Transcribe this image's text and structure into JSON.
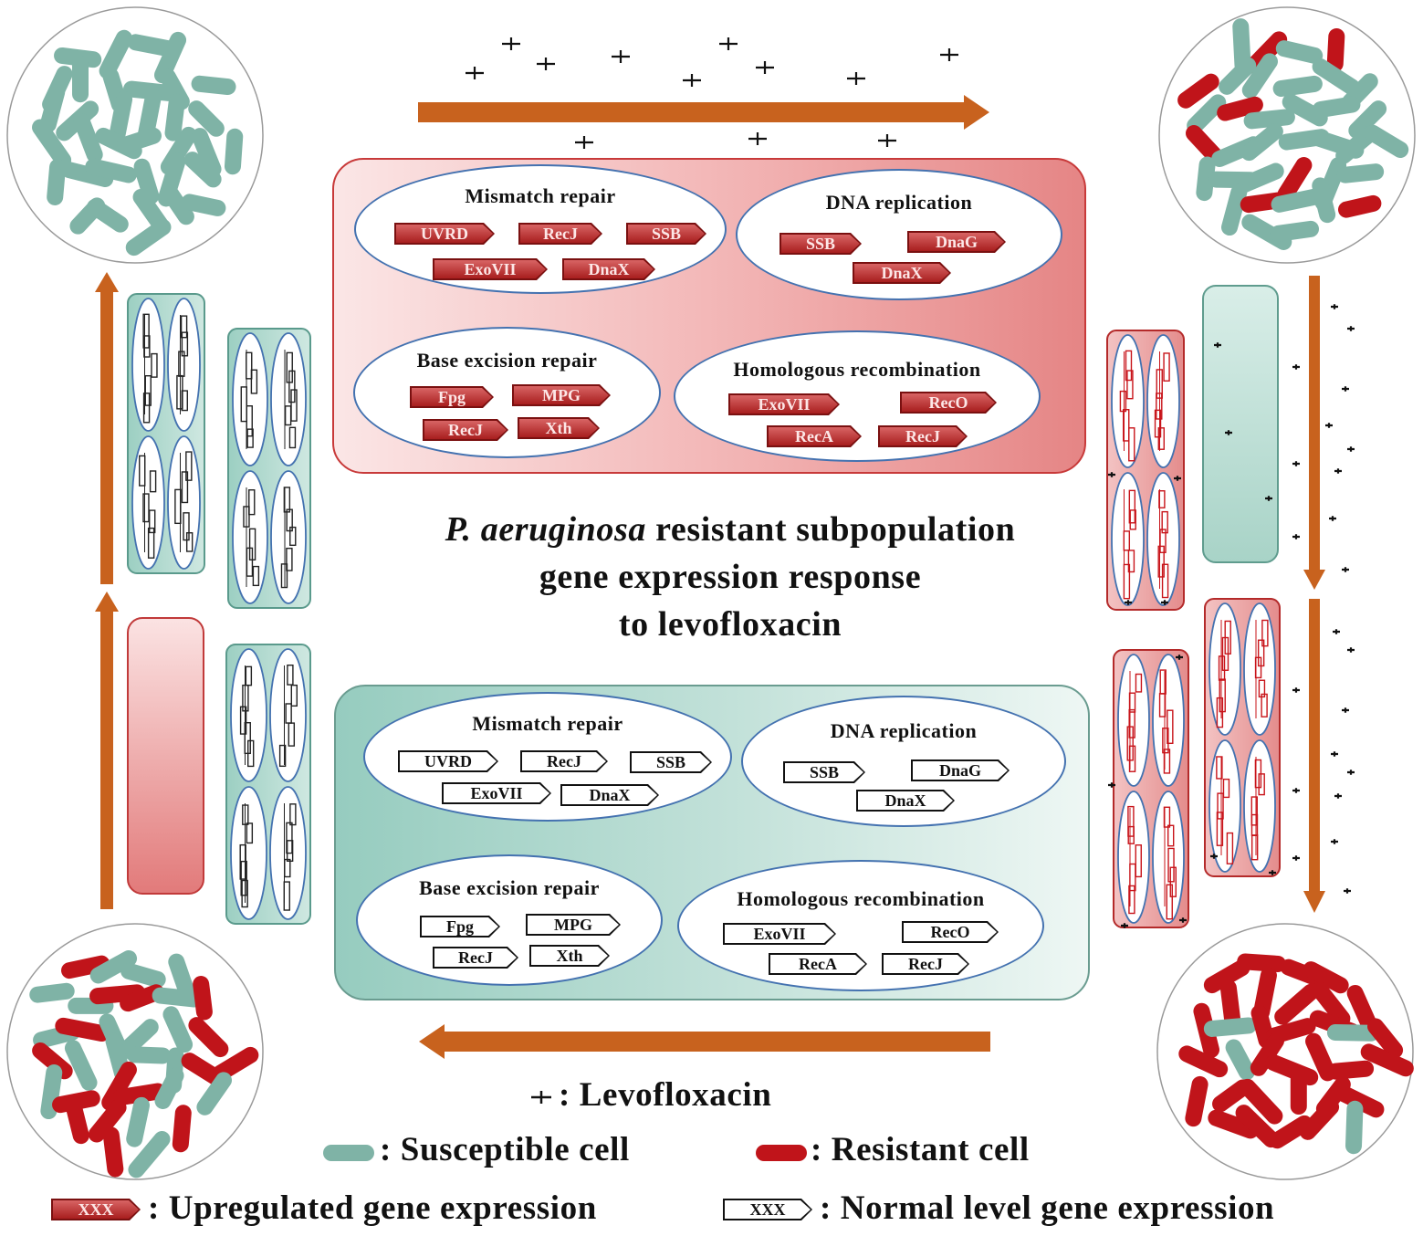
{
  "title": {
    "organism": "P. aeruginosa",
    "line1_rest": " resistant subpopulation",
    "line2": "gene expression response",
    "line3": "to levofloxacin"
  },
  "upregulated_panel": {
    "mismatch": {
      "title": "Mismatch repair",
      "genes": [
        "UVRD",
        "RecJ",
        "SSB",
        "ExoVII",
        "DnaX"
      ]
    },
    "replication": {
      "title": "DNA replication",
      "genes": [
        "SSB",
        "DnaG",
        "DnaX"
      ]
    },
    "ber": {
      "title": "Base excision repair",
      "genes": [
        "Fpg",
        "MPG",
        "RecJ",
        "Xth"
      ]
    },
    "hr": {
      "title": "Homologous recombination",
      "genes": [
        "ExoVII",
        "RecO",
        "RecA",
        "RecJ"
      ]
    }
  },
  "normal_panel": {
    "mismatch": {
      "title": "Mismatch repair",
      "genes": [
        "UVRD",
        "RecJ",
        "SSB",
        "ExoVII",
        "DnaX"
      ]
    },
    "replication": {
      "title": "DNA replication",
      "genes": [
        "SSB",
        "DnaG",
        "DnaX"
      ]
    },
    "ber": {
      "title": "Base excision repair",
      "genes": [
        "Fpg",
        "MPG",
        "RecJ",
        "Xth"
      ]
    },
    "hr": {
      "title": "Homologous recombination",
      "genes": [
        "ExoVII",
        "RecO",
        "RecA",
        "RecJ"
      ]
    }
  },
  "legend": {
    "levofloxacin": ":  Levofloxacin",
    "susceptible": ":  Susceptible  cell",
    "resistant": ":  Resistant  cell",
    "upregulated": ":  Upregulated  gene  expression",
    "normal": ":  Normal  level  gene  expression",
    "swatch_text": "XXX"
  },
  "colors": {
    "susceptible": "#7fb3a6",
    "resistant": "#c0141a",
    "arrow": "#c8621e",
    "upregulated_fill": "#d05050",
    "normal_fill": "#ffffff"
  }
}
